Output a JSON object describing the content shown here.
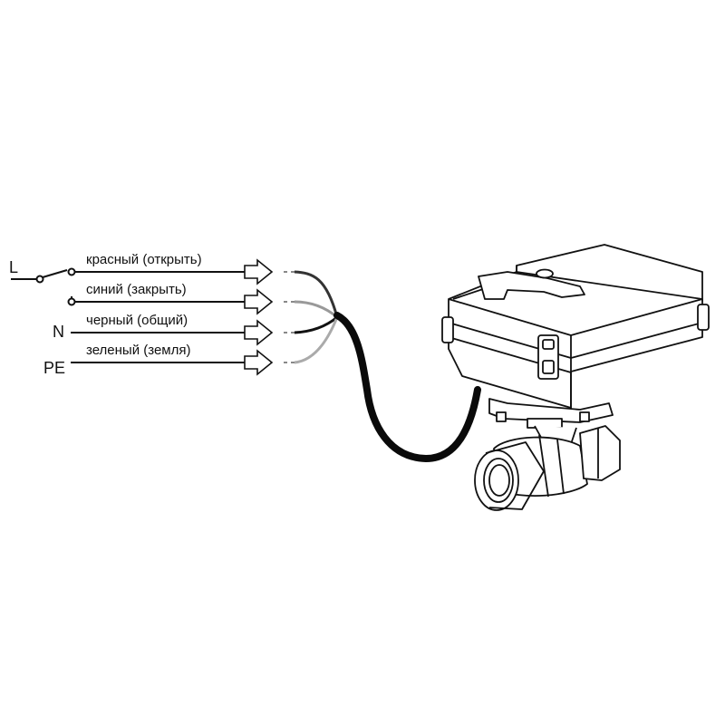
{
  "terminals": {
    "L": "L",
    "N": "N",
    "PE": "PE"
  },
  "wires": [
    {
      "label": "красный (открыть)",
      "color": "#333333"
    },
    {
      "label": "синий (закрыть)",
      "color": "#999999"
    },
    {
      "label": "черный (общий)",
      "color": "#111111"
    },
    {
      "label": "зеленый (земля)",
      "color": "#aaaaaa"
    }
  ],
  "colors": {
    "line": "#111111",
    "cable": "#0a0a0a",
    "body_fill": "#ffffff"
  }
}
